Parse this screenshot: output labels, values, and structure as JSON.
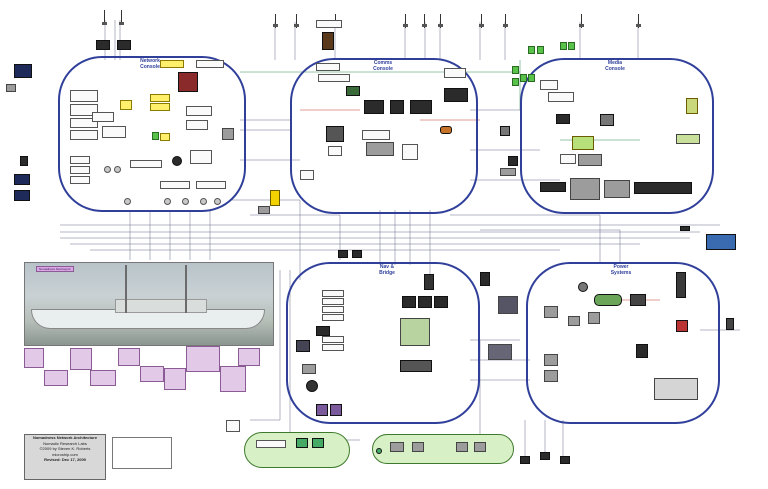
{
  "zones": {
    "network": "Network\nConsole",
    "comms": "Comms\nConsole",
    "media": "Media\nConsole",
    "nav": "Nav &\nBridge",
    "power": "Power\nSystems"
  },
  "title_block": {
    "line1": "Nomadness Network Architecture",
    "line2": "Nomadic Research Labs",
    "line3": "©2009 by Steven K. Roberts",
    "line4": "microship.com",
    "line5": "Revised: Dec 17, 2009"
  },
  "photo_label": "Nomadness boat layout",
  "colors": {
    "zone_border": "#2f3f9a",
    "device_yellow": "#ffef6a",
    "note_purple": "#e2c9e8",
    "pill_green": "#d8f0c6",
    "speaker_green": "#58c24a"
  }
}
